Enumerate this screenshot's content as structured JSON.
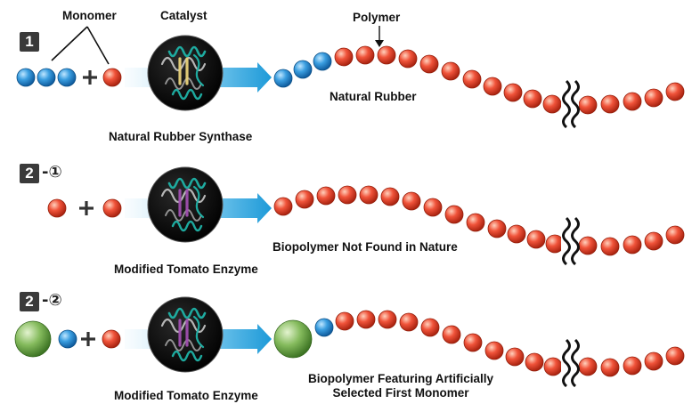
{
  "labels": {
    "monomer": "Monomer",
    "catalyst": "Catalyst",
    "polymer": "Polymer"
  },
  "rows": [
    {
      "step": "1",
      "substep": "",
      "enzyme_label": "Natural Rubber Synthase",
      "product_label": "Natural Rubber",
      "enzyme_colors": [
        "#1fb3a8",
        "#e8d27a"
      ]
    },
    {
      "step": "2",
      "substep": "-①",
      "enzyme_label": "Modified Tomato Enzyme",
      "product_label": "Biopolymer Not Found in Nature",
      "enzyme_colors": [
        "#1fb3a8",
        "#a04fb0"
      ]
    },
    {
      "step": "2",
      "substep": "-②",
      "enzyme_label": "Modified Tomato Enzyme",
      "product_label_line1": "Biopolymer Featuring Artificially",
      "product_label_line2": "Selected First Monomer",
      "enzyme_colors": [
        "#1fb3a8",
        "#a04fb0"
      ]
    }
  ],
  "colors": {
    "blue_monomer": "#2b8fd6",
    "red_monomer": "#e8452c",
    "green_monomer": "#6fa84a",
    "arrow": "#2aa8e0",
    "plus_sign": "#333333"
  },
  "icons": [
    "plus-sign",
    "reaction-arrow",
    "chain-break-icon",
    "enzyme-ball-icon",
    "pointer-arrow"
  ]
}
